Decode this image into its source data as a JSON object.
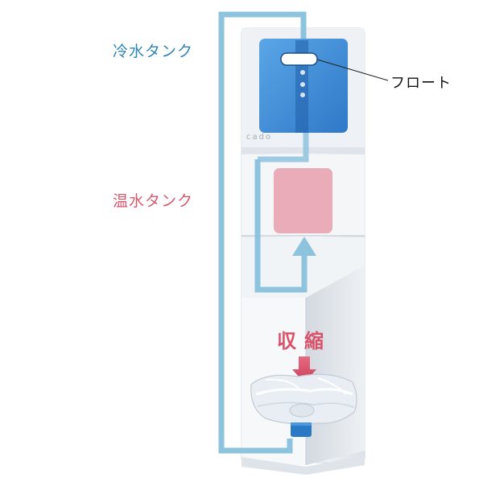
{
  "labels": {
    "cold_tank": "冷水タンク",
    "warm_tank": "温水タンク",
    "float": "フロート",
    "shrink": "収縮",
    "brand": "cado"
  },
  "colors": {
    "cold_tank": "#3f8fd8",
    "warm_tank": "#e79aa8",
    "flow_path": "#8ec3de",
    "arrow_red": "#d9526a",
    "cabinet": "#eef1f4"
  }
}
